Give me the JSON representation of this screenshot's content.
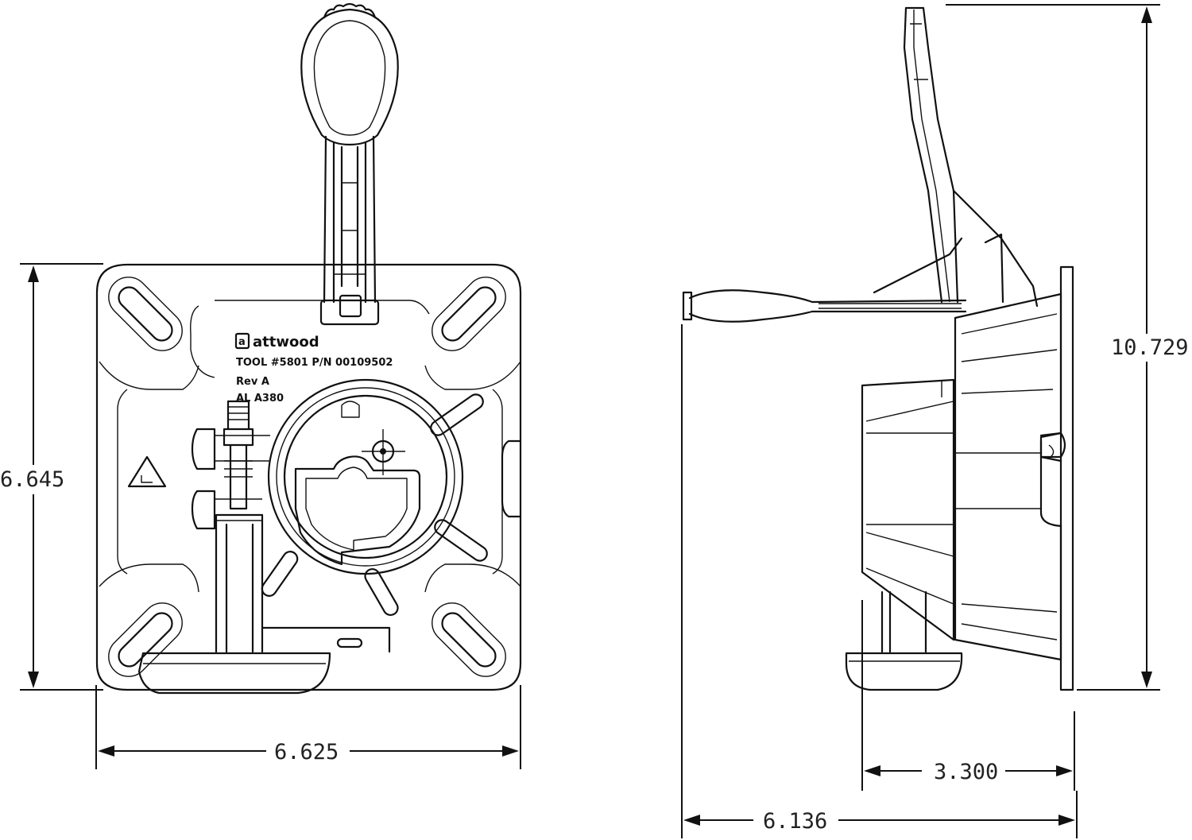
{
  "dimensions": {
    "front_height": "6.645",
    "front_width": "6.625",
    "side_height": "10.729",
    "side_depth": "3.300",
    "side_width": "6.136"
  },
  "markings": {
    "brand": "attwood",
    "brand_logo_letter": "a",
    "tool_line": "TOOL #5801  P/N 00109502",
    "rev_line": "Rev A",
    "material_line": "AL A380"
  }
}
